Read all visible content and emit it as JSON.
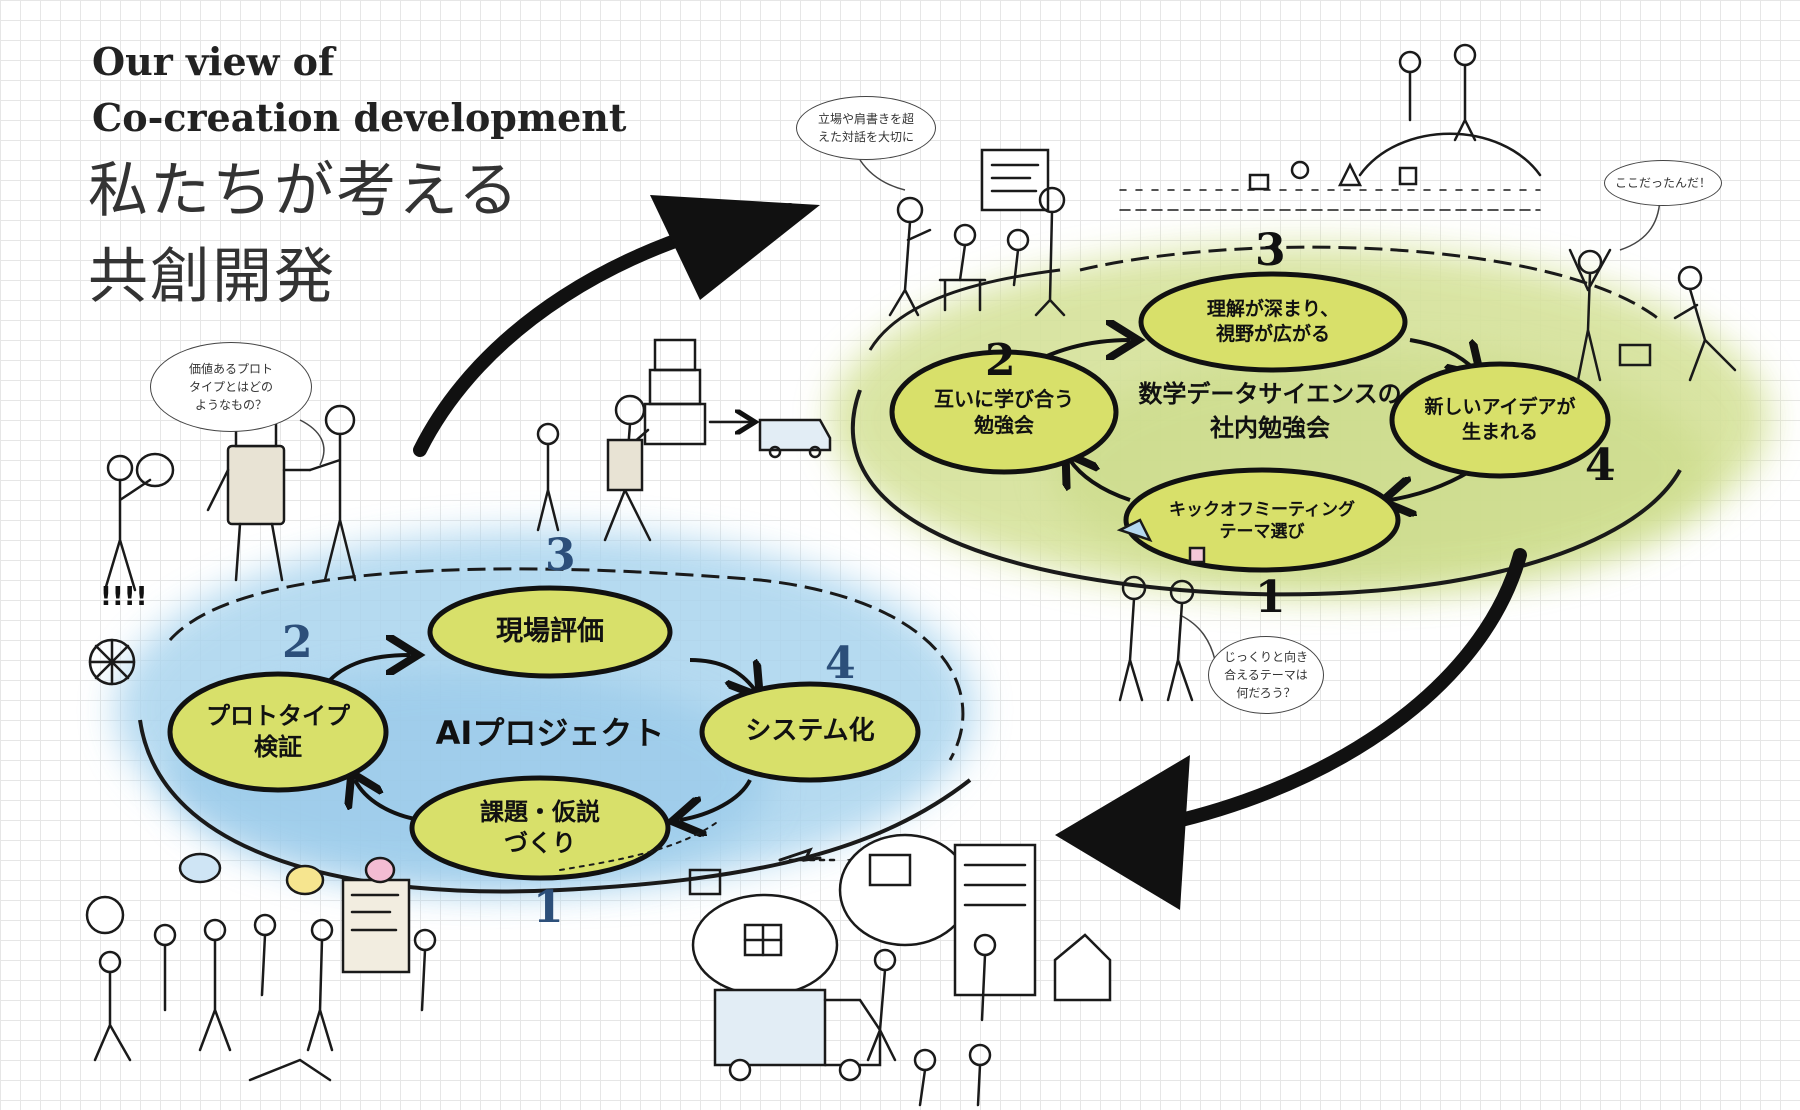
{
  "title": {
    "en_line1": "Our view of",
    "en_line2": "Co-creation development",
    "ja_line1": "私たちが考える",
    "ja_line2": "共創開発"
  },
  "ai_cycle": {
    "center": "AIプロジェクト",
    "steps": [
      {
        "number": "1",
        "label": [
          "課題・仮説",
          "づくり"
        ]
      },
      {
        "number": "2",
        "label": [
          "プロトタイプ",
          "検証"
        ]
      },
      {
        "number": "3",
        "label": [
          "現場評価"
        ]
      },
      {
        "number": "4",
        "label": [
          "システム化"
        ]
      }
    ]
  },
  "study_cycle": {
    "center": [
      "数学データサイエンスの",
      "社内勉強会"
    ],
    "steps": [
      {
        "number": "1",
        "label": [
          "キックオフミーティング",
          "テーマ選び"
        ]
      },
      {
        "number": "2",
        "label": [
          "互いに学び合う",
          "勉強会"
        ]
      },
      {
        "number": "3",
        "label": [
          "理解が深まり、",
          "視野が広がる"
        ]
      },
      {
        "number": "4",
        "label": [
          "新しいアイデアが",
          "生まれる"
        ]
      }
    ]
  },
  "bubbles": [
    {
      "lines": [
        "価値あるプロト",
        "タイプとはどの",
        "ようなもの？"
      ]
    },
    {
      "lines": [
        "立場や肩書きを超",
        "えた対話を大切に"
      ]
    },
    {
      "lines": [
        "ここだったんだ！"
      ]
    },
    {
      "lines": [
        "じっくりと向き",
        "合えるテーマは",
        "何だろう？"
      ]
    }
  ],
  "colors": {
    "ink": "#1a1a1a",
    "blue_wash": "#a9d4ee",
    "green_wash": "#d5e29a",
    "node_fill": "#d8e06a"
  }
}
